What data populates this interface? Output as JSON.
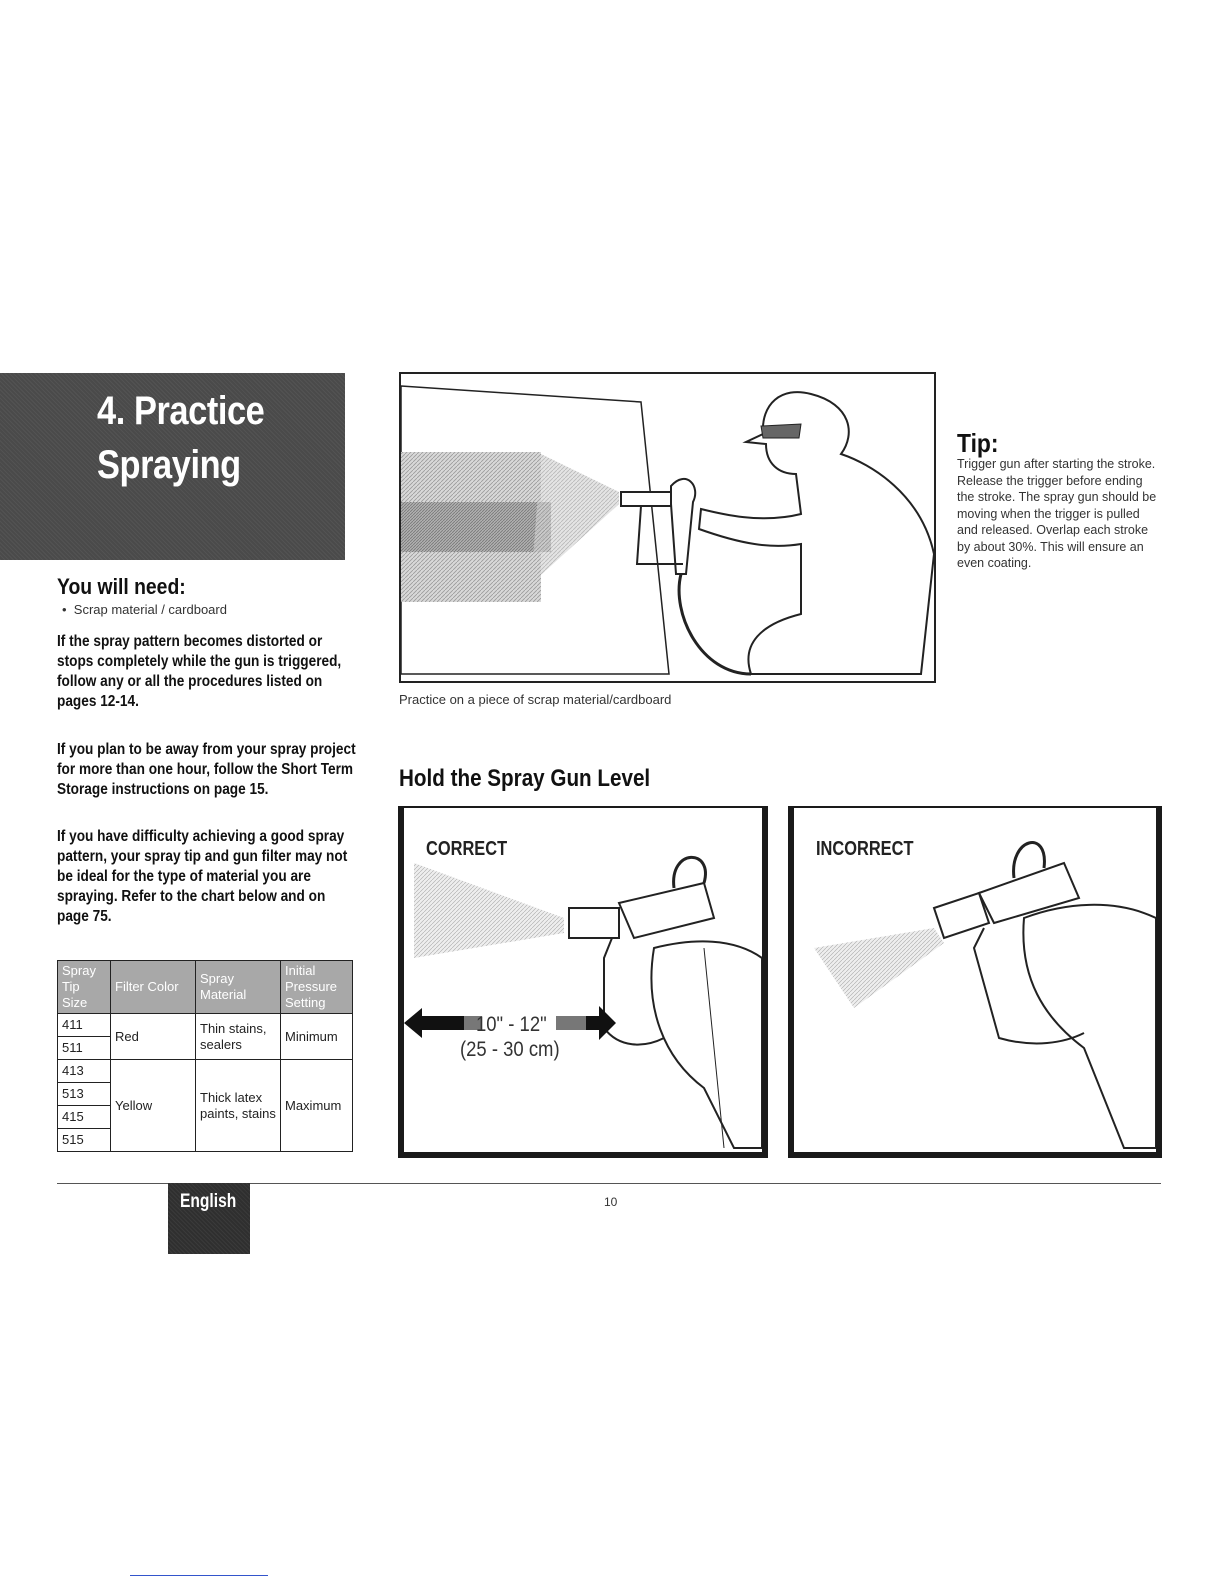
{
  "section": {
    "title_line1": "4. Practice",
    "title_line2": "Spraying"
  },
  "need": {
    "heading": "You will need:",
    "items": [
      "Scrap material / cardboard"
    ]
  },
  "paragraphs": [
    "If the spray pattern becomes distorted or stops completely while the gun is triggered, follow any or all the procedures listed on pages 12-14.",
    "If you plan to be away from your spray project for more than one hour, follow the Short Term Storage instructions on page 15.",
    "If you have difficulty achieving a good spray pattern, your spray tip and gun filter may not be ideal for the type of material you are spraying. Refer to the chart below and on page 75."
  ],
  "table": {
    "headers": [
      "Spray Tip Size",
      "Filter Color",
      "Spray Material",
      "Initial Pressure Setting"
    ],
    "groups": [
      {
        "tips": [
          "411",
          "511"
        ],
        "filter": "Red",
        "material": "Thin stains, sealers",
        "pressure": "Minimum"
      },
      {
        "tips": [
          "413",
          "513",
          "415",
          "515"
        ],
        "filter": "Yellow",
        "material": "Thick latex paints, stains",
        "pressure": "Maximum"
      }
    ]
  },
  "illustration": {
    "caption": "Practice on a piece of scrap material/cardboard"
  },
  "tip": {
    "heading": "Tip:",
    "text": "Trigger gun after starting the stroke. Release the trigger before ending the stroke. The spray gun should be moving when the trigger is pulled and released. Overlap each stroke by about 30%. This will ensure an even coating."
  },
  "hold": {
    "heading": "Hold the Spray Gun Level",
    "correct_label": "CORRECT",
    "incorrect_label": "INCORRECT",
    "distance_in": "10\" - 12\"",
    "distance_cm": "(25 - 30 cm)"
  },
  "footer": {
    "language": "English",
    "page_number": "10"
  }
}
